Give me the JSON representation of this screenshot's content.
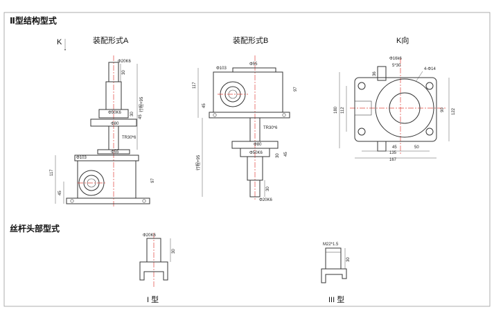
{
  "headings": {
    "structure": "Ⅱ型结构型式",
    "screw_head": "丝杆头部型式"
  },
  "view_marker": "K",
  "views": {
    "a": {
      "title": "装配形式A",
      "dims": {
        "shaft_dia": "Φ20K6",
        "h30_top": "30",
        "stroke": "行程+95",
        "dia50": "Φ50K6",
        "h30_mid": "30",
        "h45": "45",
        "dia80": "Φ80",
        "thread": "TR30*6",
        "dia55": "Φ55",
        "dia103": "Φ103",
        "h117": "117",
        "h45_base": "45",
        "h97": "97"
      }
    },
    "b": {
      "title": "装配形式B",
      "dims": {
        "dia55": "Φ55",
        "dia103": "Φ103",
        "h117": "117",
        "h45": "45",
        "h97": "97",
        "thread": "TR30*6",
        "stroke": "行程+95",
        "dia80": "Φ80",
        "dia50": "Φ50K6",
        "h30": "30",
        "h45_low": "45",
        "h30_bot": "30",
        "shaft_dia": "Φ20K6"
      }
    },
    "k": {
      "title": "K向",
      "dims": {
        "key_dia": "Φ16k6",
        "key": "5*30",
        "h36": "36",
        "holes": "4-Φ14",
        "h180": "180",
        "h112": "112",
        "h90": "90",
        "h122": "122",
        "w45": "45",
        "w50": "50",
        "w135": "135",
        "w167": "167"
      }
    }
  },
  "screw_heads": {
    "type1": {
      "label": "I 型",
      "dia": "Φ20K6",
      "h": "30"
    },
    "type3": {
      "label": "III 型",
      "thread": "M22*1.5",
      "h": "30"
    }
  },
  "colors": {
    "line": "#333333",
    "center": "#e0413a",
    "frame": "#9a9a9a"
  }
}
